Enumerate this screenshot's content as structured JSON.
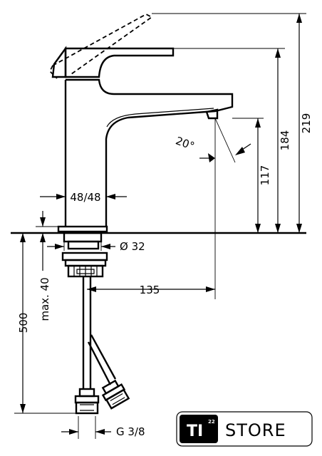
{
  "dimensions": {
    "height_total": "219",
    "height_spout": "184",
    "height_outlet": "117",
    "angle": "20°",
    "body_width": "48/48",
    "mount_diameter": "Ø 32",
    "reach": "135",
    "hose_length": "500",
    "max_thickness": "max. 40",
    "connection": "G 3/8"
  },
  "logo": {
    "ti": "TI",
    "superscript": "22",
    "store": "STORE"
  }
}
